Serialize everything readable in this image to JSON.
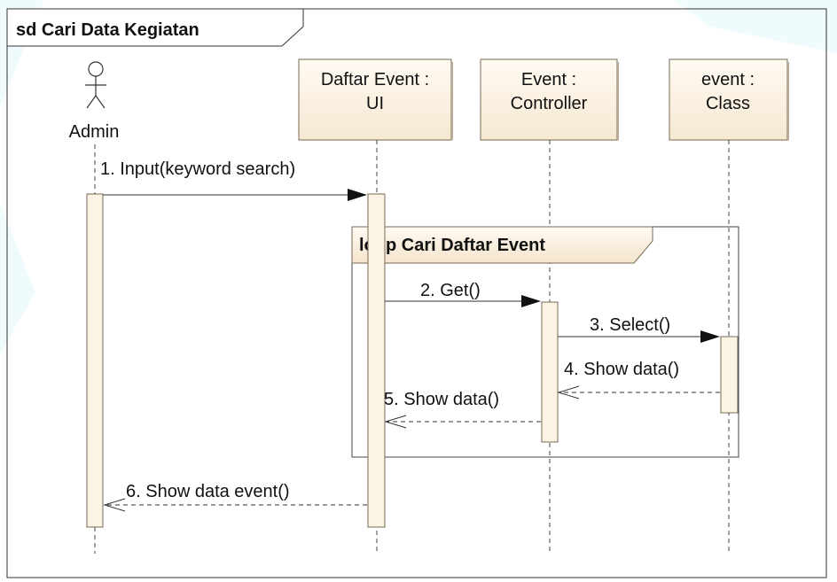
{
  "diagram": {
    "frame_title": "sd Cari Data Kegiatan",
    "actor": {
      "name": "Admin"
    },
    "lifelines": [
      {
        "line1": "Daftar Event :",
        "line2": "UI"
      },
      {
        "line1": "Event :",
        "line2": "Controller"
      },
      {
        "line1": "event :",
        "line2": "Class"
      }
    ],
    "loop_fragment": {
      "title": "loop Cari Daftar Event"
    },
    "messages": [
      {
        "label": "1. Input(keyword search)"
      },
      {
        "label": "2. Get()"
      },
      {
        "label": "3. Select()"
      },
      {
        "label": "4. Show data()"
      },
      {
        "label": "5. Show data()"
      },
      {
        "label": "6. Show data event()"
      }
    ]
  },
  "colors": {
    "lifeline_fill": "#fbf3e4",
    "lifeline_stroke": "#7a6a55",
    "frame_stroke": "#333333",
    "background_accent": "#e2f7fb"
  }
}
